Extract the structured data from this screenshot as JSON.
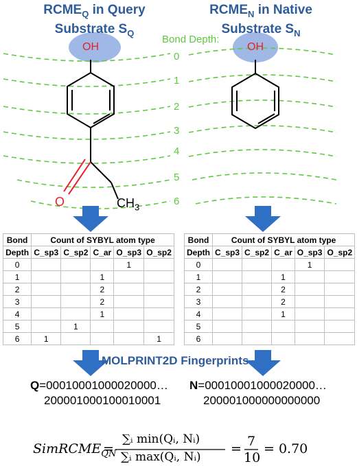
{
  "query_title_line1": "RCME",
  "query_title_sub1": "Q",
  "query_title_line1b": " in Query",
  "query_title_line2": "Substrate S",
  "query_title_sub2": "Q",
  "native_title_line1": "RCME",
  "native_title_sub1": "N",
  "native_title_line1b": " in Native",
  "native_title_line2": "Substrate S",
  "native_title_sub2": "N",
  "bond_depth_label": "Bond Depth:",
  "bond_depths": [
    "0",
    "1",
    "2",
    "3",
    "4",
    "5",
    "6"
  ],
  "atoms": {
    "oh": "OH",
    "o": "O",
    "ch3": "CH",
    "ch3_sub": "3"
  },
  "table_header": {
    "bond": "Bond",
    "depth": "Depth",
    "count": "Count of SYBYL atom type",
    "cols": [
      "C_sp3",
      "C_sp2",
      "C_ar",
      "O_sp3",
      "O_sp2"
    ]
  },
  "query_table": [
    [
      "0",
      "",
      "",
      "",
      "1",
      ""
    ],
    [
      "1",
      "",
      "",
      "1",
      "",
      ""
    ],
    [
      "2",
      "",
      "",
      "2",
      "",
      ""
    ],
    [
      "3",
      "",
      "",
      "2",
      "",
      ""
    ],
    [
      "4",
      "",
      "",
      "1",
      "",
      ""
    ],
    [
      "5",
      "",
      "1",
      "",
      "",
      ""
    ],
    [
      "6",
      "1",
      "",
      "",
      "",
      "1"
    ]
  ],
  "native_table": [
    [
      "0",
      "",
      "",
      "",
      "1",
      ""
    ],
    [
      "1",
      "",
      "",
      "1",
      "",
      ""
    ],
    [
      "2",
      "",
      "",
      "2",
      "",
      ""
    ],
    [
      "3",
      "",
      "",
      "2",
      "",
      ""
    ],
    [
      "4",
      "",
      "",
      "1",
      "",
      ""
    ],
    [
      "5",
      "",
      "",
      "",
      "",
      ""
    ],
    [
      "6",
      "",
      "",
      "",
      "",
      ""
    ]
  ],
  "fingerprint_title": "MOLPRINT2D Fingerprints",
  "q_fp": {
    "letter": "Q",
    "line1": "=00010001000020000…",
    "line2": "200001000100010001"
  },
  "n_fp": {
    "letter": "N",
    "line1": "=00010001000020000…",
    "line2": "200001000000000000"
  },
  "formula": {
    "lhs": "SimRCME",
    "lhs_sub": "QN",
    "num": "∑ᵢ min(Qᵢ, Nᵢ)",
    "den": "∑ᵢ max(Qᵢ, Nᵢ)",
    "frac_num": "7",
    "frac_den": "10",
    "result": "= 0.70"
  },
  "colors": {
    "title": "#2e5c9a",
    "arrow": "#2f6fc4",
    "contour": "#5cc93f",
    "oxygen": "#e8202a",
    "ellipse": "#9fb8e6"
  }
}
